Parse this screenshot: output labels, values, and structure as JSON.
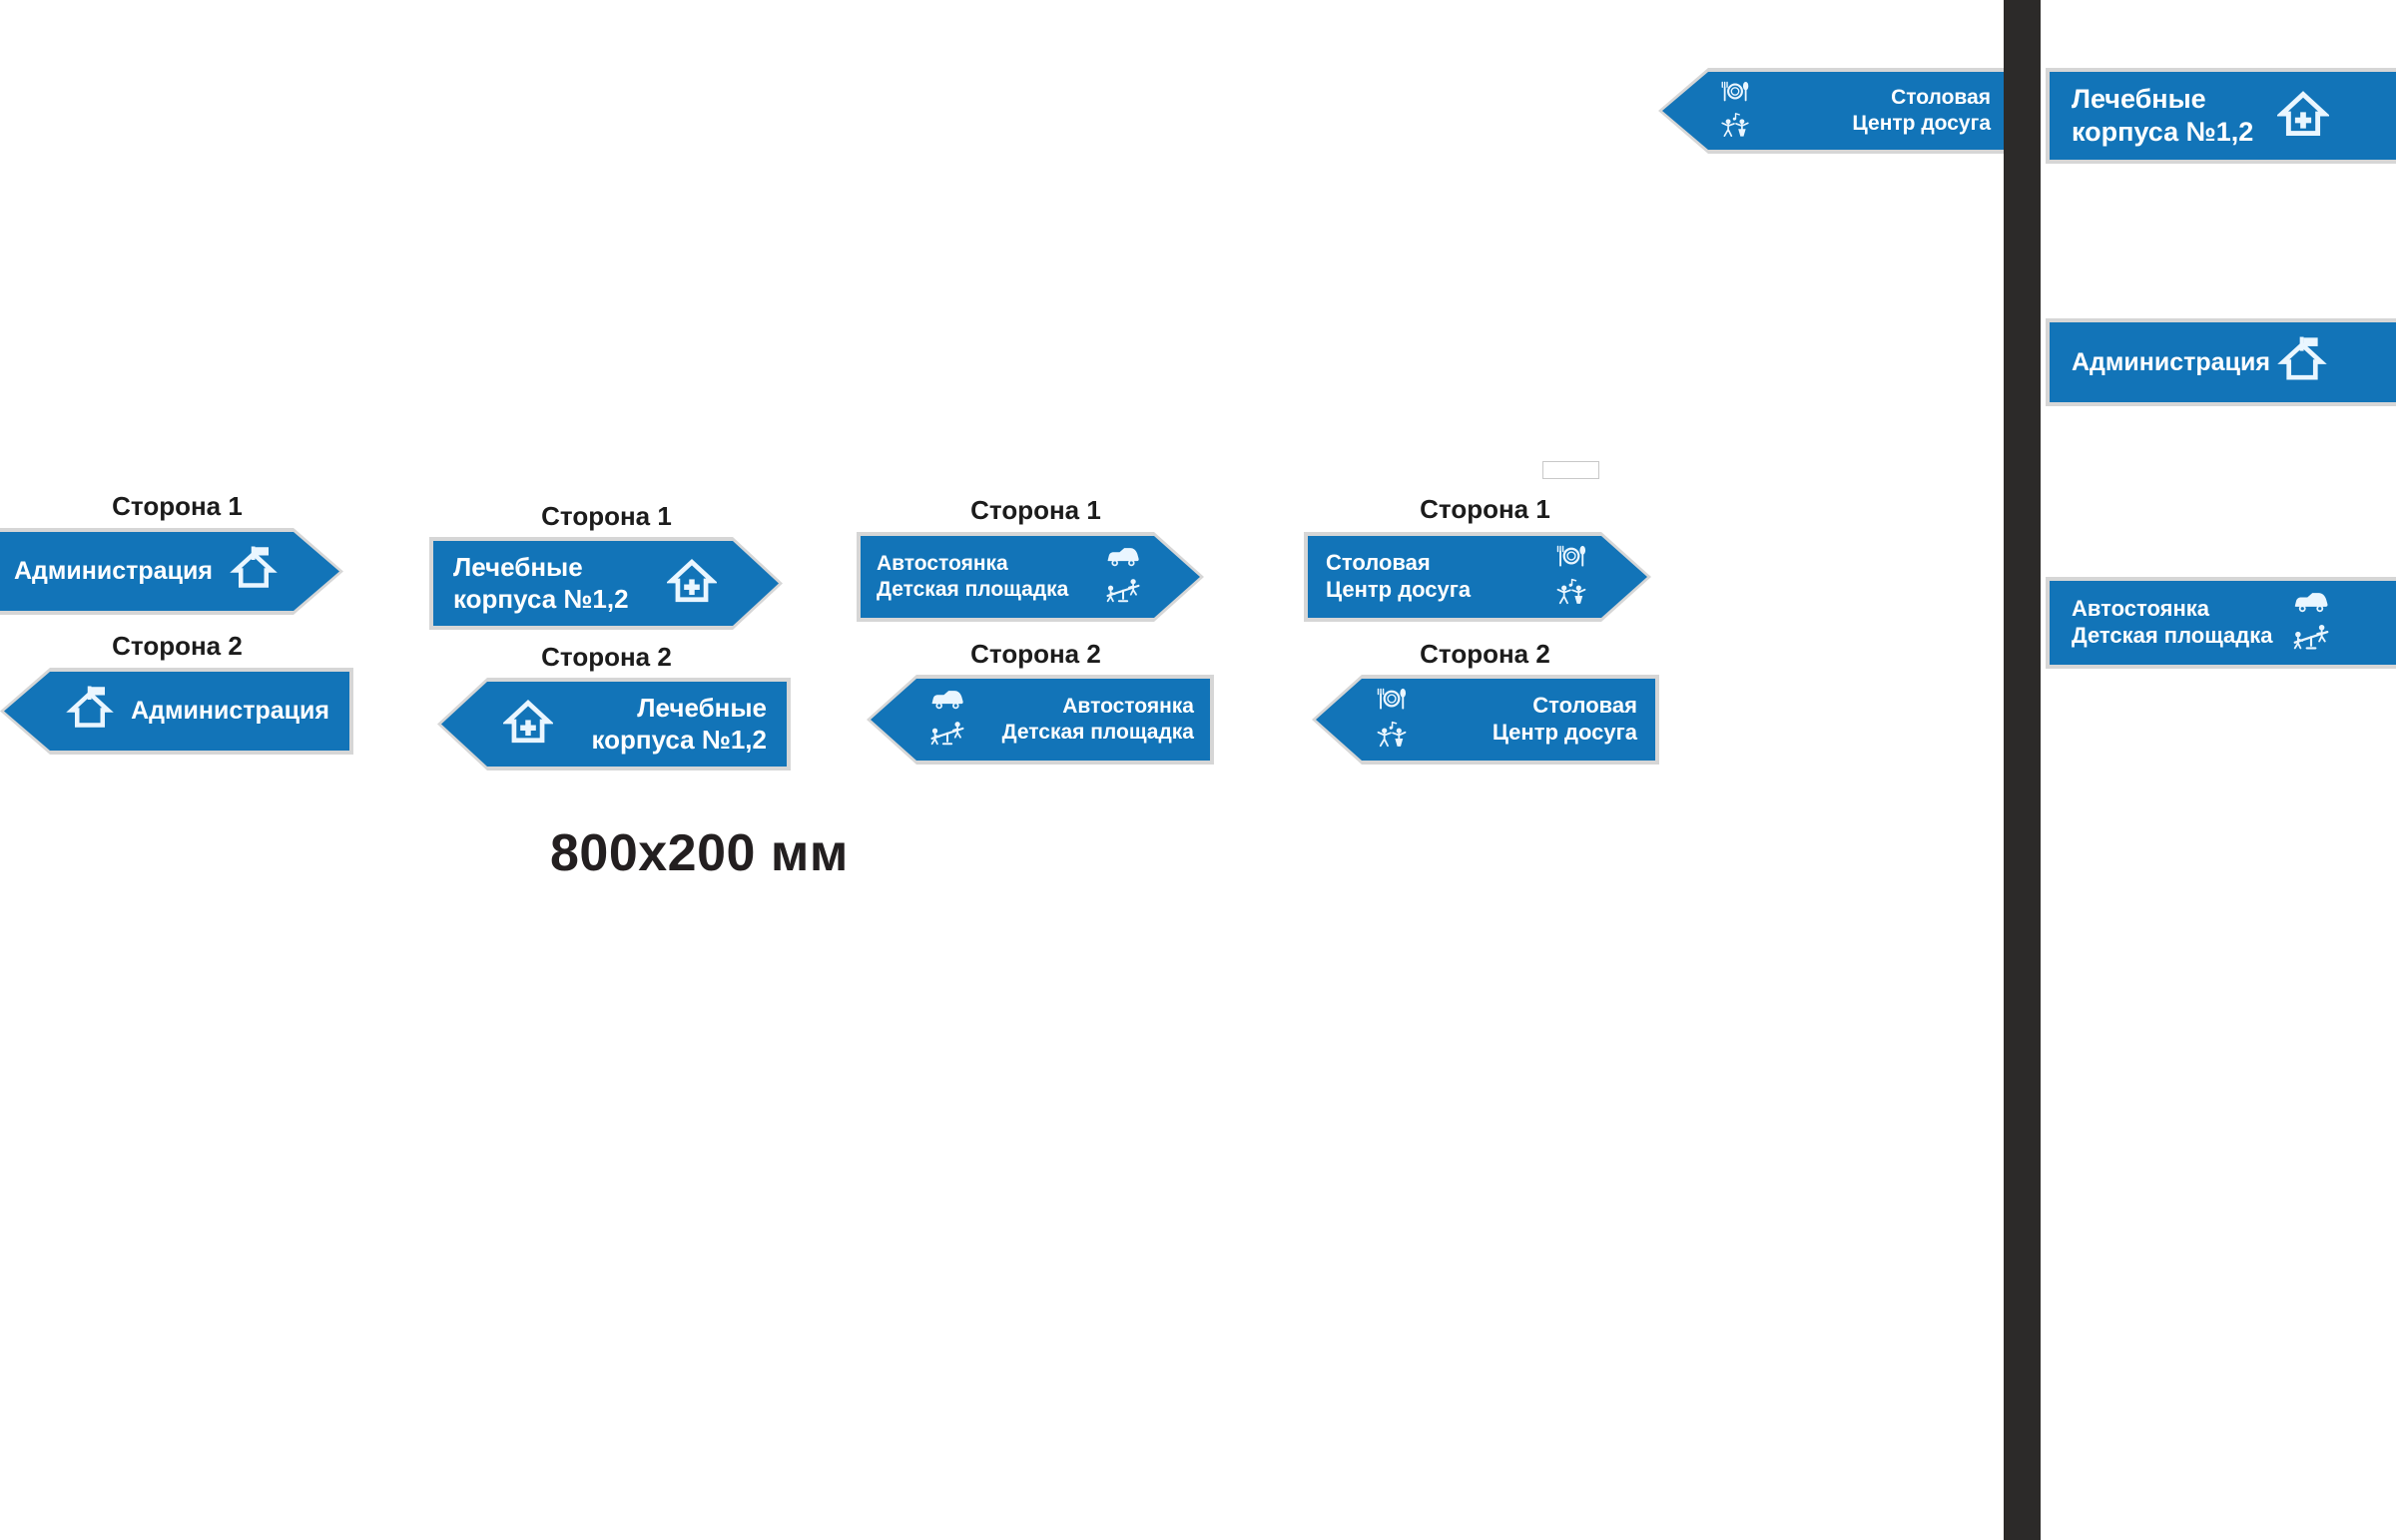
{
  "page": {
    "dimension_label": "800x200 мм",
    "accent_blue": "#1274b8",
    "divider_color": "#2c2a29",
    "text_color": "#ffffff",
    "caption_color": "#1c1c1c",
    "border_color": "#d6d6d6"
  },
  "captions": {
    "side1": "Сторона 1",
    "side2": "Сторона 2"
  },
  "icon_names": {
    "house_flag": "house-flag-icon",
    "hospital": "hospital-cross-icon",
    "car": "car-icon",
    "playground": "seesaw-playground-icon",
    "dining": "fork-plate-spoon-icon",
    "leisure": "dancing-people-music-icon"
  },
  "left_panel": {
    "groups": [
      {
        "id": "administration",
        "caption1": "Сторона 1",
        "caption2": "Сторона 2",
        "side1": {
          "direction": "right",
          "lines": [
            "Администрация"
          ],
          "icons": [
            "house_flag"
          ]
        },
        "side2": {
          "direction": "left",
          "lines": [
            "Администрация"
          ],
          "icons": [
            "house_flag"
          ]
        }
      },
      {
        "id": "medical-buildings",
        "caption1": "Сторона 1",
        "caption2": "Сторона 2",
        "side1": {
          "direction": "right",
          "lines": [
            "Лечебные",
            "корпуса №1,2"
          ],
          "icons": [
            "hospital"
          ]
        },
        "side2": {
          "direction": "left",
          "lines": [
            "Лечебные",
            "корпуса №1,2"
          ],
          "icons": [
            "hospital"
          ]
        }
      },
      {
        "id": "parking-playground",
        "caption1": "Сторона 1",
        "caption2": "Сторона 2",
        "side1": {
          "direction": "right",
          "lines": [
            "Автостоянка",
            "Детская площадка"
          ],
          "icons": [
            "car",
            "playground"
          ]
        },
        "side2": {
          "direction": "left",
          "lines": [
            "Автостоянка",
            "Детская площадка"
          ],
          "icons": [
            "car",
            "playground"
          ]
        }
      },
      {
        "id": "canteen-leisure",
        "caption1": "Сторона 1",
        "caption2": "Сторона 2",
        "side1": {
          "direction": "right",
          "lines": [
            "Столовая",
            "Центр досуга"
          ],
          "icons": [
            "dining",
            "leisure"
          ]
        },
        "side2": {
          "direction": "left",
          "lines": [
            "Столовая",
            "Центр досуга"
          ],
          "icons": [
            "dining",
            "leisure"
          ]
        }
      }
    ]
  },
  "right_panel": {
    "signs": [
      {
        "id": "canteen-leisure-left",
        "direction": "left",
        "lines": [
          "Столовая",
          "Центр досуга"
        ],
        "icons": [
          "dining",
          "leisure"
        ]
      },
      {
        "id": "medical-buildings-right",
        "direction": "right",
        "lines": [
          "Лечебные",
          "корпуса №1,2"
        ],
        "icons": [
          "hospital"
        ]
      },
      {
        "id": "administration-right",
        "direction": "right",
        "lines": [
          "Администрация"
        ],
        "icons": [
          "house_flag"
        ]
      },
      {
        "id": "parking-playground-right",
        "direction": "right",
        "lines": [
          "Автостоянка",
          "Детская площадка"
        ],
        "icons": [
          "car",
          "playground"
        ]
      }
    ]
  }
}
